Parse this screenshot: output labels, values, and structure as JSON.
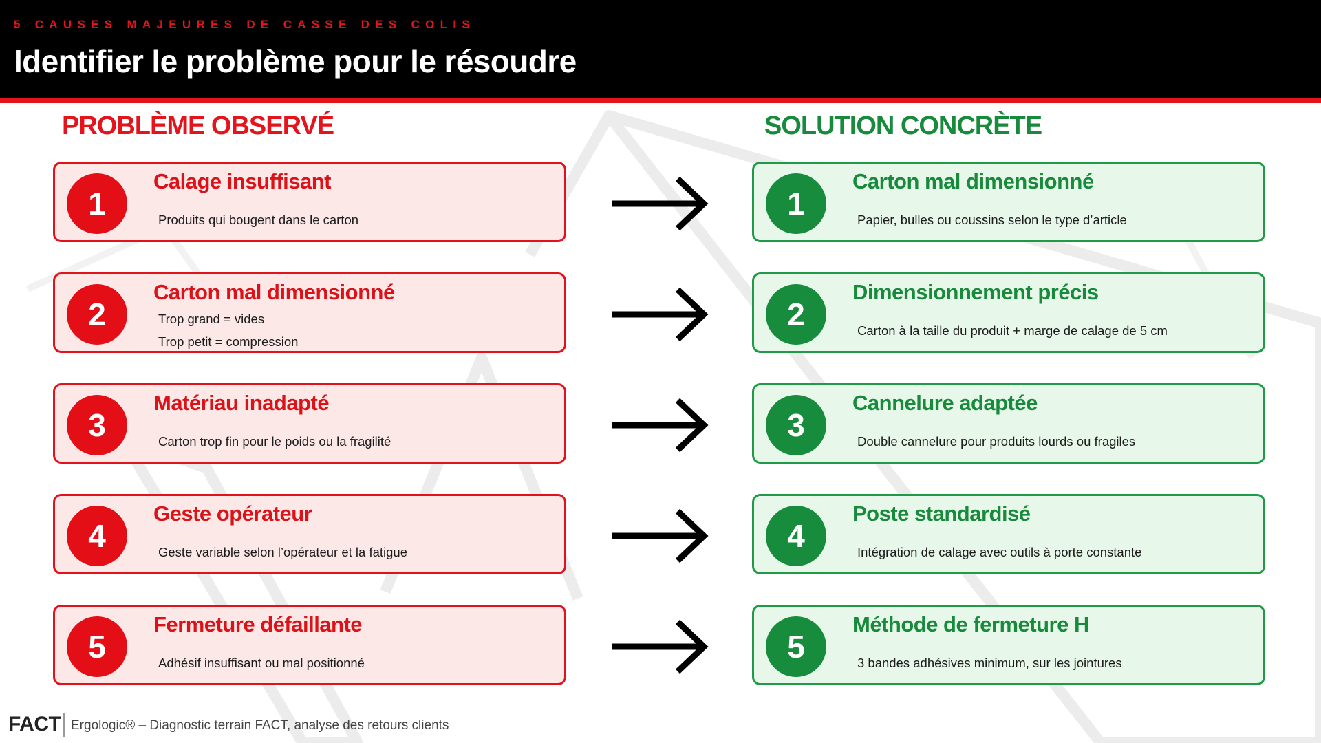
{
  "header": {
    "kicker": "5 CAUSES MAJEURES DE CASSE DES COLIS",
    "title": "Identifier le problème pour le résoudre"
  },
  "columns": {
    "problem_heading": "PROBLÈME OBSERVÉ",
    "solution_heading": "SOLUTION CONCRÈTE"
  },
  "problems": [
    {
      "num": "1",
      "title": "Calage insuffisant",
      "desc": "Produits qui bougent dans le carton"
    },
    {
      "num": "2",
      "title": "Carton mal dimensionné",
      "desc_lines": [
        "Trop grand = vides",
        "Trop petit = compression"
      ]
    },
    {
      "num": "3",
      "title": "Matériau inadapté",
      "desc": "Carton trop fin pour le poids ou la fragilité"
    },
    {
      "num": "4",
      "title": "Geste opérateur",
      "desc": "Geste variable selon l’opérateur et la fatigue"
    },
    {
      "num": "5",
      "title": "Fermeture défaillante",
      "desc": "Adhésif insuffisant ou mal positionné"
    }
  ],
  "solutions": [
    {
      "num": "1",
      "title": "Carton mal dimensionné",
      "desc": "Papier, bulles ou coussins selon le type d’article"
    },
    {
      "num": "2",
      "title": "Dimensionnement précis",
      "desc": "Carton à la taille du produit + marge de calage de 5 cm"
    },
    {
      "num": "3",
      "title": "Cannelure adaptée",
      "desc": "Double cannelure pour produits lourds ou fragiles"
    },
    {
      "num": "4",
      "title": "Poste standardisé",
      "desc": "Intégration de calage avec outils à porte constante"
    },
    {
      "num": "5",
      "title": "Méthode de fermeture H",
      "desc": "3 bandes adhésives minimum, sur les jointures"
    }
  ],
  "footer": {
    "logo": "FACT",
    "source": "Ergologic® – Diagnostic terrain FACT, analyse des retours clients"
  },
  "colors": {
    "problem_red": "#e3141b",
    "solution_green": "#178a3b",
    "header_bg": "#000000"
  },
  "icons": {
    "arrow": "right-arrow-icon"
  }
}
